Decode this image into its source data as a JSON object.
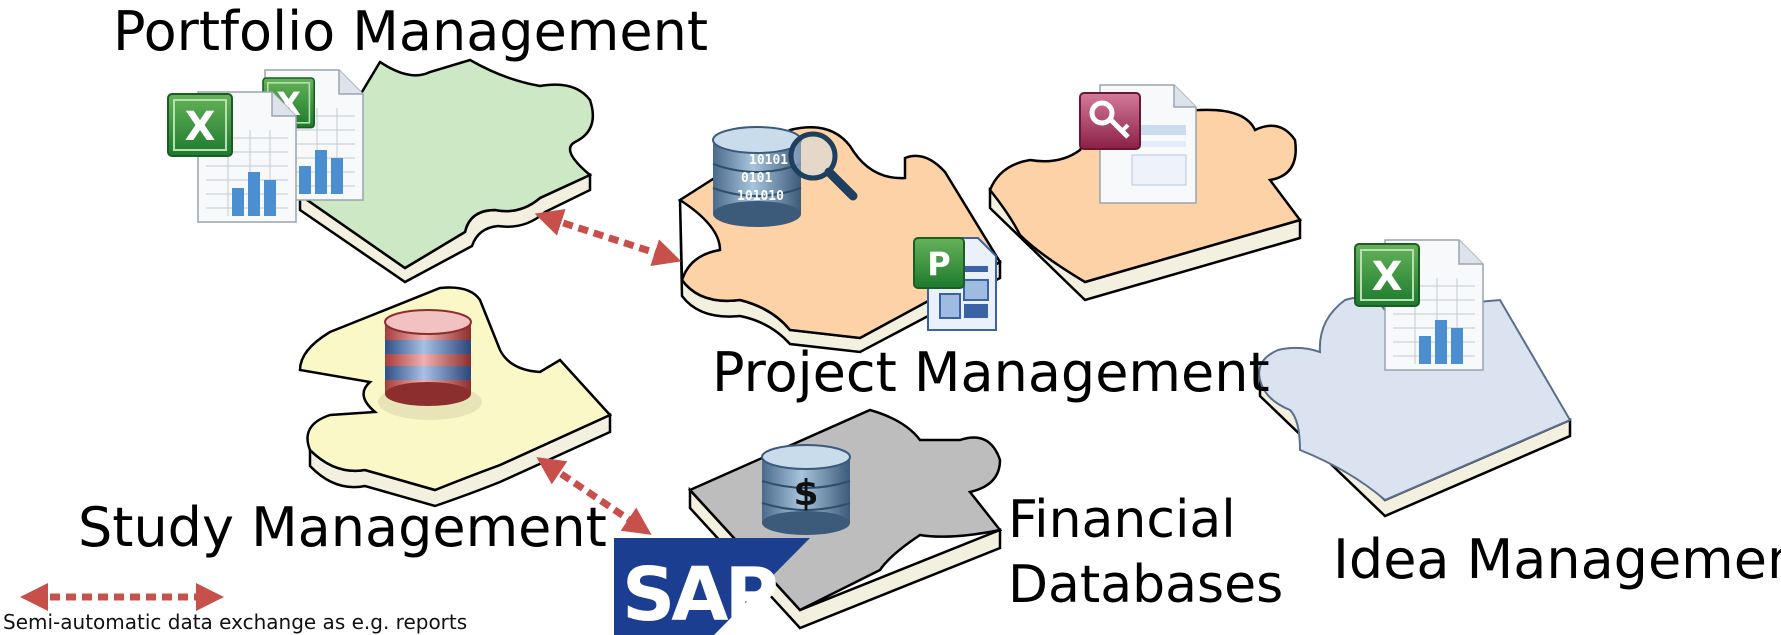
{
  "labels": {
    "portfolio": "Portfolio Management",
    "project": "Project Management",
    "study": "Study Management",
    "financial_line1": "Financial",
    "financial_line2": "Databases",
    "idea": "Idea Management"
  },
  "legend": {
    "text": "Semi-automatic data exchange as e.g. reports"
  },
  "logos": {
    "sap": "SAP",
    "database_binary_lines": [
      "10101",
      "0101",
      "101010"
    ],
    "currency_symbol": "$",
    "project_file_letter": "P"
  },
  "icons": [
    "excel-document-icon",
    "access-database-icon",
    "ms-project-document-icon",
    "database-search-icon",
    "database-cylinder-icon",
    "money-database-icon",
    "sap-logo"
  ],
  "colors": {
    "portfolio_piece": "#cde8c4",
    "project_piece": "#fdd2a7",
    "study_piece": "#fbf8c8",
    "financial_piece": "#bdbdbd",
    "idea_piece": "#dbe3f0",
    "piece_side": "#f4f0df",
    "arrow": "#c8504b",
    "sap_blue": "#1c3e91"
  }
}
